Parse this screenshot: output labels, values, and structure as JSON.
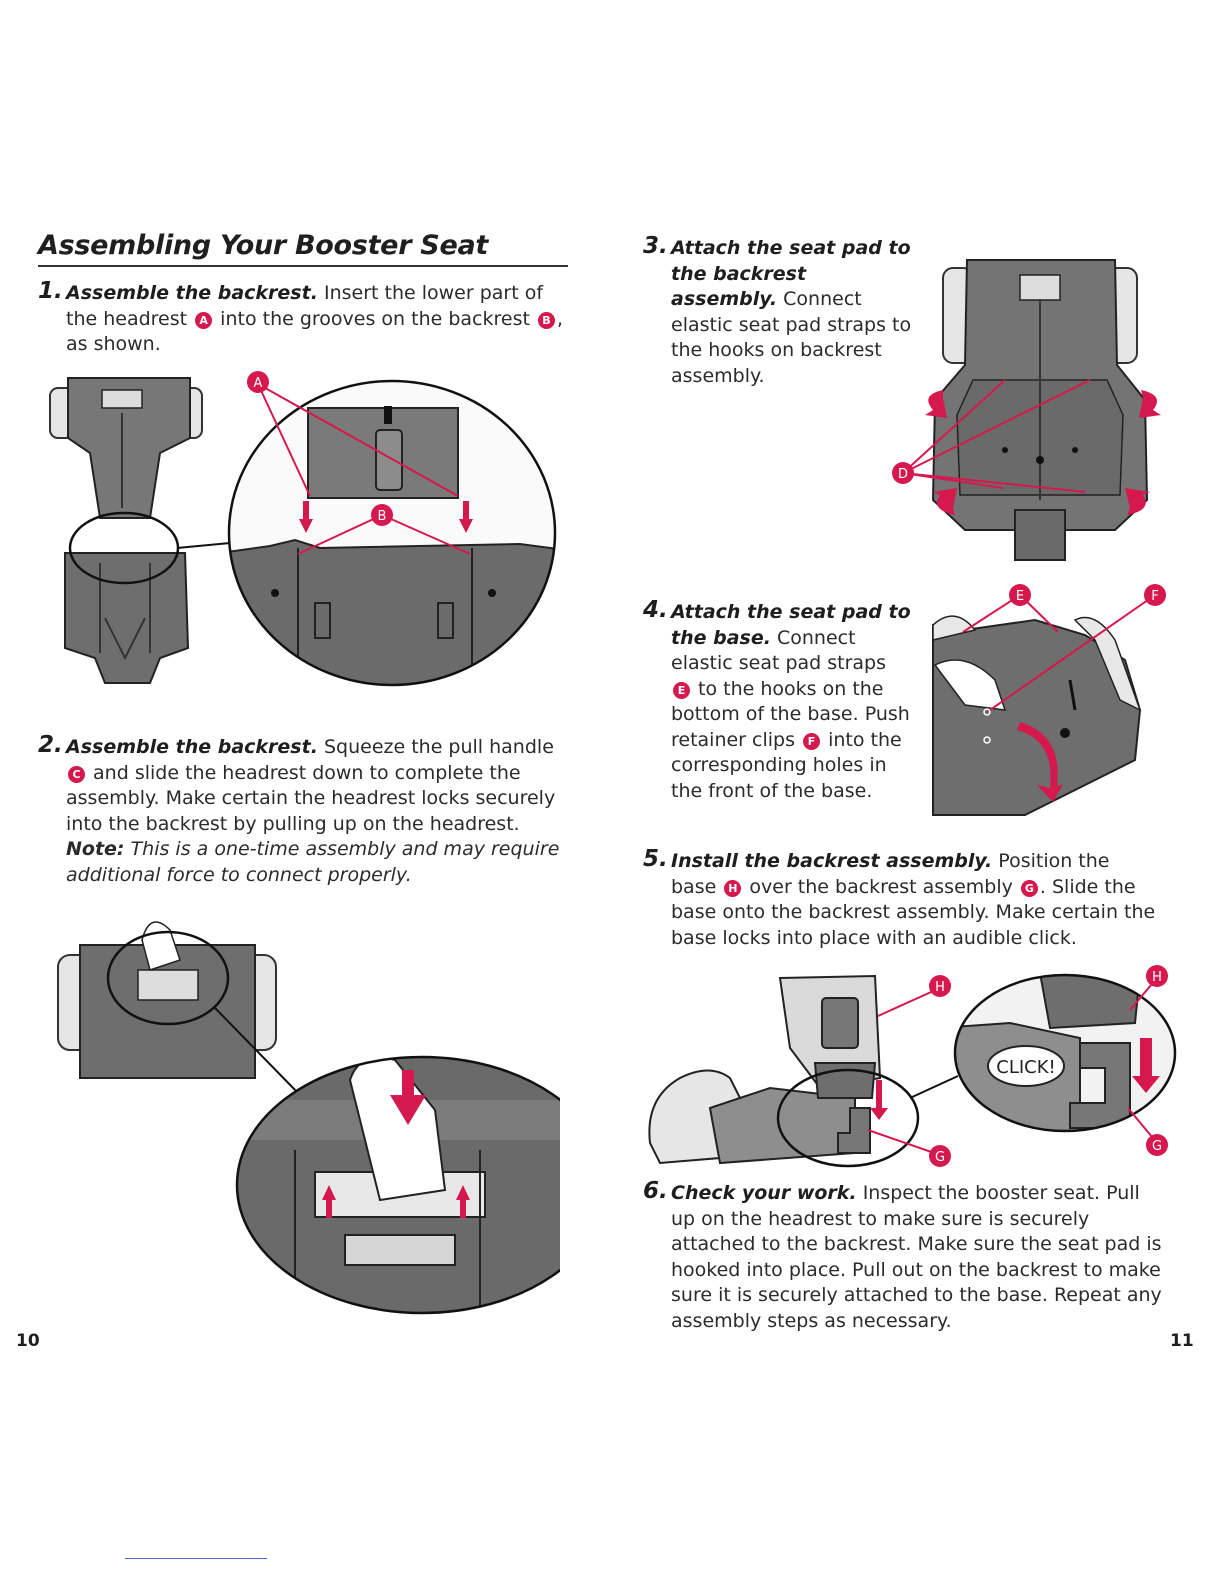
{
  "title": "Assembling Your Booster Seat",
  "steps": [
    {
      "num": "1.",
      "lead": "Assemble the backrest.",
      "t1": " Insert the lower part of the headrest ",
      "b1": "A",
      "t2": " into the grooves on the backrest ",
      "b2": "B",
      "t3": ", as shown."
    },
    {
      "num": "2.",
      "lead": "Assemble the backrest.",
      "t1": " Squeeze the pull handle ",
      "b1": "C",
      "t2": " and slide the headrest down to complete the assembly. Make certain the headrest locks securely into the backrest by pulling up on the headrest.",
      "note_lead": "Note:",
      "note": " This is a one-time assembly and may require additional force to connect properly."
    },
    {
      "num": "3.",
      "lead": "Attach the seat pad to the backrest assembly.",
      "t1": " Connect elastic seat pad straps to the hooks on backrest assembly."
    },
    {
      "num": "4.",
      "lead": "Attach the seat pad to the base.",
      "t1": " Connect elastic seat pad straps ",
      "b1": "E",
      "t2": " to the hooks on the bottom of the base. Push retainer clips ",
      "b2": "F",
      "t3": " into the corresponding holes in the front of the base."
    },
    {
      "num": "5.",
      "lead": "Install the backrest assembly.",
      "t1": " Position the base ",
      "b1": "H",
      "t2": " over the backrest assembly ",
      "b2": "G",
      "t3": ". Slide the base onto the backrest assembly. Make certain the base locks into place with an audible click."
    },
    {
      "num": "6.",
      "lead": "Check your work.",
      "t1": " Inspect the booster seat. Pull up on the headrest to make sure is securely attached to the backrest. Make sure the seat pad is hooked into place. Pull out on the backrest to make sure it is securely attached to the base. Repeat any assembly steps as necessary."
    }
  ],
  "figures": {
    "fig1": {
      "label_a": "A",
      "label_b": "B"
    },
    "fig3": {
      "label_d": "D"
    },
    "fig4": {
      "label_e": "E",
      "label_f": "F"
    },
    "fig5": {
      "label_h1": "H",
      "label_h2": "H",
      "label_g1": "G",
      "label_g2": "G",
      "click": "CLICK!"
    }
  },
  "page_left": "10",
  "page_right": "11",
  "colors": {
    "accent": "#d5184e",
    "part_dark": "#6b6b6b",
    "part_mid": "#8d8d8d",
    "part_light": "#cfcfcf"
  }
}
